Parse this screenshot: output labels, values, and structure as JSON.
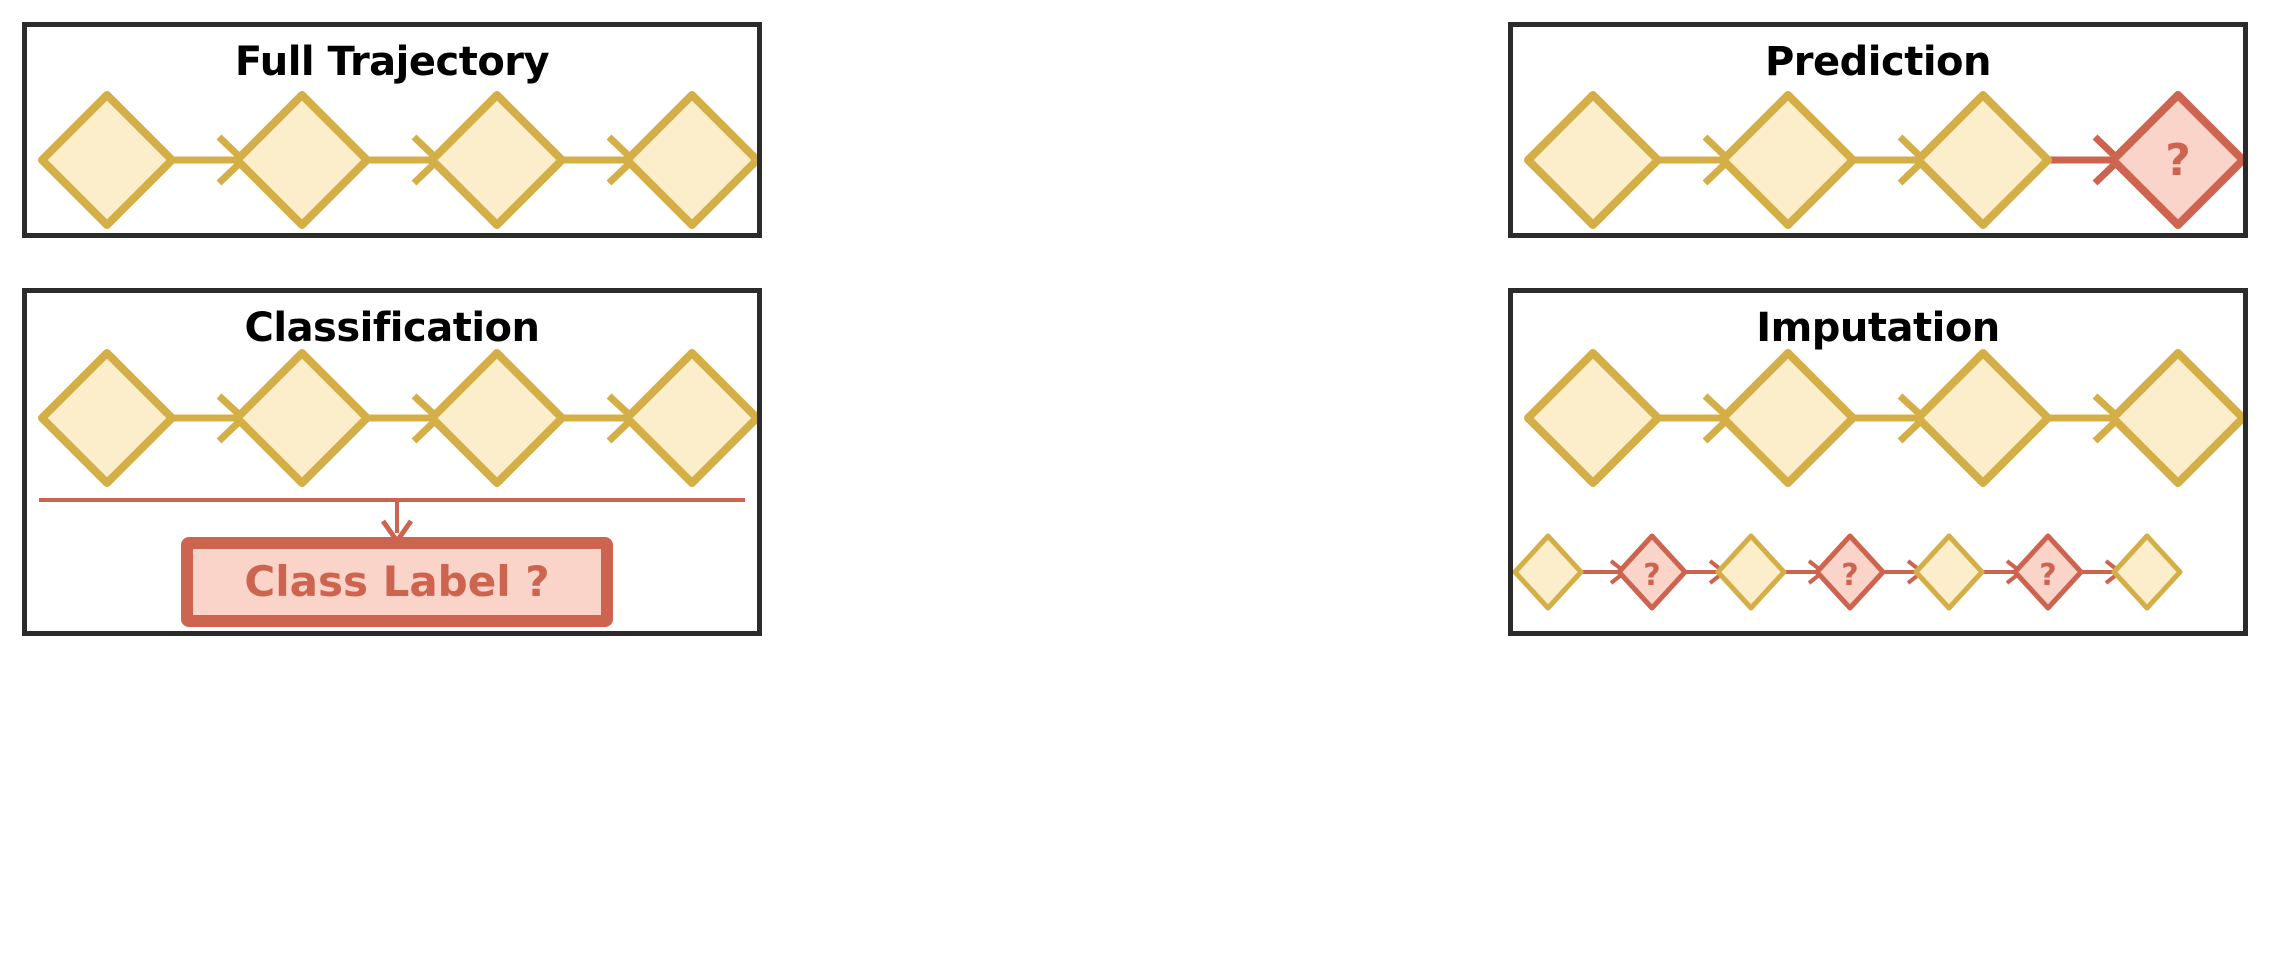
{
  "figure": {
    "background": "#ffffff",
    "panel_border_color": "#2b2b2b",
    "node_fill": "#fdeecb",
    "node_stroke": "#d4af48",
    "missing_fill": "#fad4c8",
    "missing_stroke": "#cd6450",
    "arrow_known_color": "#d4af48",
    "arrow_missing_color": "#cd6450",
    "question_mark": "?"
  },
  "panels": [
    {
      "id": "full-trajectory",
      "title": "Full Trajectory",
      "nodes": [
        {
          "index": 0,
          "state": "known",
          "label": ""
        },
        {
          "index": 1,
          "state": "known",
          "label": ""
        },
        {
          "index": 2,
          "state": "known",
          "label": ""
        },
        {
          "index": 3,
          "state": "known",
          "label": ""
        }
      ],
      "arrows": [
        {
          "from": 0,
          "to": 1,
          "state": "known"
        },
        {
          "from": 1,
          "to": 2,
          "state": "known"
        },
        {
          "from": 2,
          "to": 3,
          "state": "known"
        }
      ]
    },
    {
      "id": "prediction",
      "title": "Prediction",
      "nodes": [
        {
          "index": 0,
          "state": "known",
          "label": ""
        },
        {
          "index": 1,
          "state": "known",
          "label": ""
        },
        {
          "index": 2,
          "state": "known",
          "label": ""
        },
        {
          "index": 3,
          "state": "missing",
          "label": "?"
        }
      ],
      "arrows": [
        {
          "from": 0,
          "to": 1,
          "state": "known"
        },
        {
          "from": 1,
          "to": 2,
          "state": "known"
        },
        {
          "from": 2,
          "to": 3,
          "state": "missing"
        }
      ]
    },
    {
      "id": "classification",
      "title": "Classification",
      "nodes": [
        {
          "index": 0,
          "state": "known",
          "label": ""
        },
        {
          "index": 1,
          "state": "known",
          "label": ""
        },
        {
          "index": 2,
          "state": "known",
          "label": ""
        },
        {
          "index": 3,
          "state": "known",
          "label": ""
        }
      ],
      "arrows": [
        {
          "from": 0,
          "to": 1,
          "state": "known"
        },
        {
          "from": 1,
          "to": 2,
          "state": "known"
        },
        {
          "from": 2,
          "to": 3,
          "state": "known"
        }
      ],
      "output_box": {
        "label": "Class Label ?",
        "fill": "#fad4c8",
        "stroke": "#cd6450"
      }
    },
    {
      "id": "imputation",
      "title": "Imputation",
      "top_nodes": [
        {
          "index": 0,
          "state": "known",
          "label": ""
        },
        {
          "index": 1,
          "state": "known",
          "label": ""
        },
        {
          "index": 2,
          "state": "known",
          "label": ""
        },
        {
          "index": 3,
          "state": "known",
          "label": ""
        }
      ],
      "top_arrows": [
        {
          "from": 0,
          "to": 1,
          "state": "known"
        },
        {
          "from": 1,
          "to": 2,
          "state": "known"
        },
        {
          "from": 2,
          "to": 3,
          "state": "known"
        }
      ],
      "bottom_nodes": [
        {
          "index": 0,
          "state": "known",
          "label": ""
        },
        {
          "index": 1,
          "state": "missing",
          "label": "?"
        },
        {
          "index": 2,
          "state": "known",
          "label": ""
        },
        {
          "index": 3,
          "state": "missing",
          "label": "?"
        },
        {
          "index": 4,
          "state": "known",
          "label": ""
        },
        {
          "index": 5,
          "state": "missing",
          "label": "?"
        },
        {
          "index": 6,
          "state": "known",
          "label": ""
        }
      ],
      "bottom_arrows": [
        {
          "from": 0,
          "to": 1,
          "state": "missing"
        },
        {
          "from": 1,
          "to": 2,
          "state": "missing"
        },
        {
          "from": 2,
          "to": 3,
          "state": "missing"
        },
        {
          "from": 3,
          "to": 4,
          "state": "missing"
        },
        {
          "from": 4,
          "to": 5,
          "state": "missing"
        },
        {
          "from": 5,
          "to": 6,
          "state": "missing"
        }
      ]
    }
  ]
}
